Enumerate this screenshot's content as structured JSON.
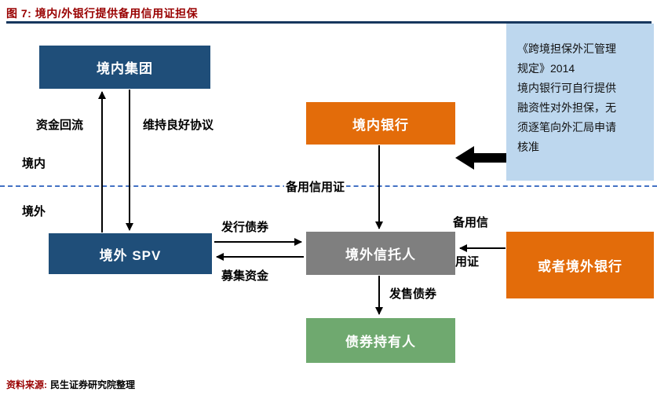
{
  "title": "图 7: 境内/外银行提供备用信用证担保",
  "colors": {
    "title_red": "#990000",
    "navy_box": "#1F4E79",
    "orange_box": "#E36C0A",
    "gray_box": "#7F7F7F",
    "green_box": "#6FA96F",
    "note_blue": "#BDD7EE",
    "divider_blue": "#4472C4",
    "rule_navy": "#17375E"
  },
  "nodes": {
    "domestic_group": "境内集团",
    "domestic_bank": "境内银行",
    "overseas_spv": "境外 SPV",
    "overseas_trustee": "境外信托人",
    "overseas_bank_alt": "或者境外银行",
    "bond_holders": "债券持有人"
  },
  "labels": {
    "funds_return": "资金回流",
    "maintain_agreement": "维持良好协议",
    "domestic_region": "境内",
    "overseas_region": "境外",
    "standby_letter_of_credit": "备用信用证",
    "issue_bonds": "发行债券",
    "raise_funds": "募集资金",
    "standby_lc_line1": "备用信",
    "standby_lc_line2": "用证",
    "sell_bonds": "发售债券"
  },
  "note": {
    "text": "《跨境担保外汇管理\n规定》2014\n境内银行可自行提供\n融资性对外担保，无\n须逐笔向外汇局申请\n核准"
  },
  "footer": {
    "source_label": "资料来源:",
    "source_text": "民生证券研究院整理"
  }
}
